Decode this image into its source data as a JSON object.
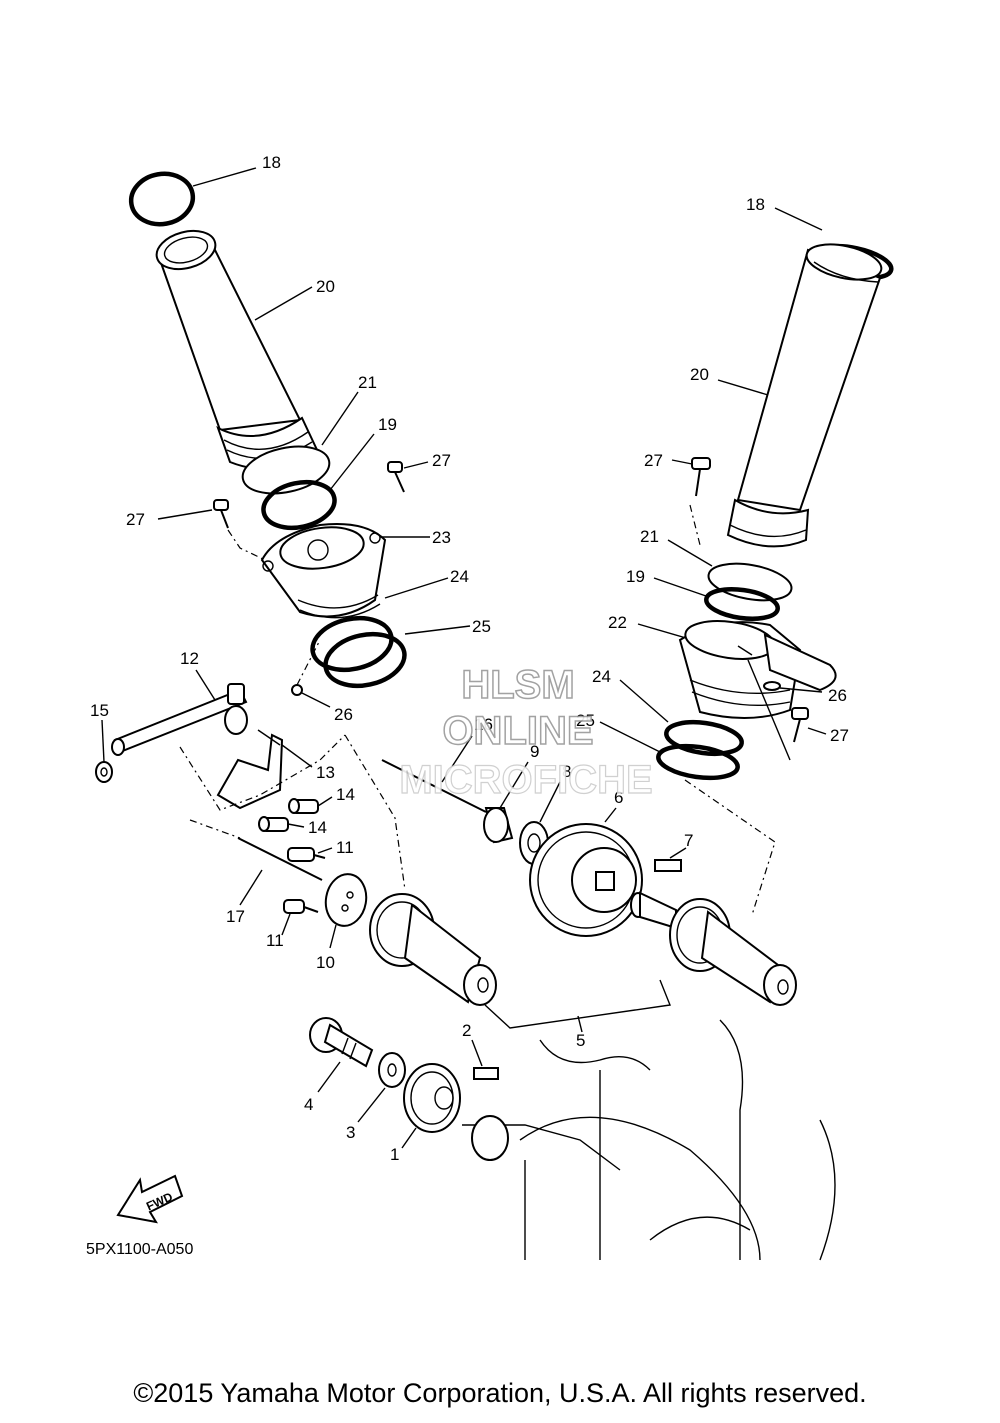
{
  "diagram": {
    "drawing_code": "5PX1100-A050",
    "fwd_arrow": "FWD",
    "callouts": [
      {
        "id": "c18a",
        "text": "18"
      },
      {
        "id": "c20a",
        "text": "20"
      },
      {
        "id": "c21a",
        "text": "21"
      },
      {
        "id": "c19a",
        "text": "19"
      },
      {
        "id": "c27a",
        "text": "27"
      },
      {
        "id": "c27b",
        "text": "27"
      },
      {
        "id": "c23a",
        "text": "23"
      },
      {
        "id": "c24a",
        "text": "24"
      },
      {
        "id": "c25a",
        "text": "25"
      },
      {
        "id": "c26a",
        "text": "26"
      },
      {
        "id": "c12",
        "text": "12"
      },
      {
        "id": "c15",
        "text": "15"
      },
      {
        "id": "c13",
        "text": "13"
      },
      {
        "id": "c14a",
        "text": "14"
      },
      {
        "id": "c14b",
        "text": "14"
      },
      {
        "id": "c11a",
        "text": "11"
      },
      {
        "id": "c11b",
        "text": "11"
      },
      {
        "id": "c17",
        "text": "17"
      },
      {
        "id": "c10",
        "text": "10"
      },
      {
        "id": "c16",
        "text": "16"
      },
      {
        "id": "c9",
        "text": "9"
      },
      {
        "id": "c8",
        "text": "8"
      },
      {
        "id": "c6",
        "text": "6"
      },
      {
        "id": "c7",
        "text": "7"
      },
      {
        "id": "c5",
        "text": "5"
      },
      {
        "id": "c2",
        "text": "2"
      },
      {
        "id": "c4",
        "text": "4"
      },
      {
        "id": "c3",
        "text": "3"
      },
      {
        "id": "c1",
        "text": "1"
      },
      {
        "id": "c18b",
        "text": "18"
      },
      {
        "id": "c20b",
        "text": "20"
      },
      {
        "id": "c27c",
        "text": "27"
      },
      {
        "id": "c21b",
        "text": "21"
      },
      {
        "id": "c19b",
        "text": "19"
      },
      {
        "id": "c22",
        "text": "22"
      },
      {
        "id": "c24b",
        "text": "24"
      },
      {
        "id": "c25b",
        "text": "25"
      },
      {
        "id": "c26b",
        "text": "26"
      },
      {
        "id": "c27d",
        "text": "27"
      }
    ]
  },
  "watermark": {
    "line1": "HLSM",
    "line2": "ONLINE",
    "line3": "MICROFICHE"
  },
  "footer": {
    "copyright": "©2015 Yamaha Motor Corporation, U.S.A. All rights reserved."
  }
}
